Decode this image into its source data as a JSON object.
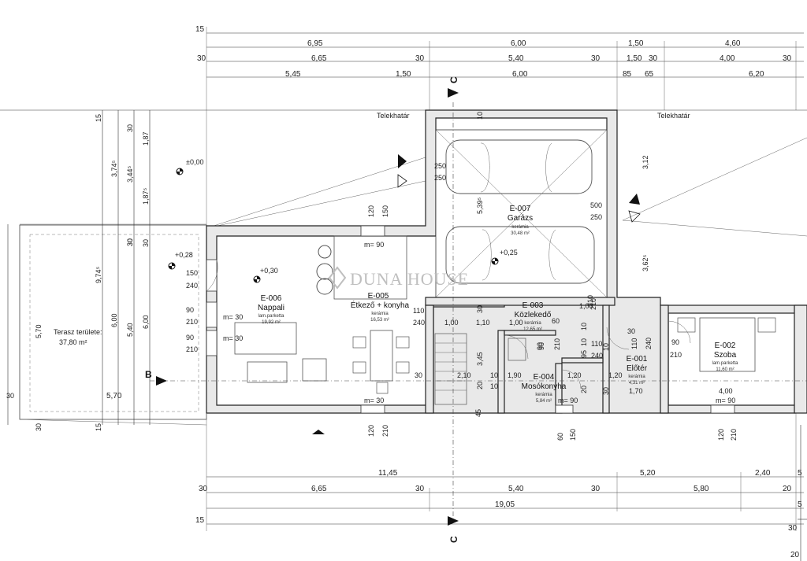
{
  "watermark": "DUNA HOUSE",
  "section_marks": {
    "c_top": "C",
    "c_bottom": "C",
    "b_left": "B"
  },
  "plot_labels": {
    "left": "Telekhatár",
    "right": "Telekhatár"
  },
  "terrace": {
    "label": "Terasz területe:",
    "area": "37,80 m²"
  },
  "levels": {
    "l0": "±0,00",
    "l1": "+0,28",
    "l2": "+0,30",
    "l3": "+0,25"
  },
  "rooms": [
    {
      "id": "E-006",
      "name": "Nappali",
      "floor": "lam.parketta",
      "area": "19,92 m²"
    },
    {
      "id": "E-005",
      "name": "Étkező + konyha",
      "floor": "kerámia",
      "area": "16,53 m²"
    },
    {
      "id": "E-007",
      "name": "Garázs",
      "floor": "kerámia",
      "area": "30,48 m²"
    },
    {
      "id": "E-003",
      "name": "Közlekedő",
      "floor": "kerámia",
      "area": "12,65 m²"
    },
    {
      "id": "E-004",
      "name": "Mosókonyha",
      "floor": "kerámia",
      "area": "5,84 m²"
    },
    {
      "id": "E-001",
      "name": "Előtér",
      "floor": "kerámia",
      "area": "4,31 m²"
    },
    {
      "id": "E-002",
      "name": "Szoba",
      "floor": "lam.parketta",
      "area": "11,60 m²"
    }
  ],
  "dims_top": {
    "r1": [
      "15"
    ],
    "r2": [
      "6,95",
      "6,00",
      "1,50",
      "4,60"
    ],
    "r3": [
      "30",
      "6,65",
      "30",
      "5,40",
      "30",
      "1,50",
      "30",
      "4,00",
      "30"
    ],
    "r4": [
      "5,45",
      "1,50",
      "6,00",
      "85",
      "65",
      "6,20"
    ]
  },
  "dims_bottom": {
    "r1": [
      "11,45",
      "5,20",
      "2,40",
      "5"
    ],
    "r2": [
      "30",
      "6,65",
      "30",
      "5,40",
      "30",
      "5,80",
      "20"
    ],
    "r3": [
      "19,05",
      "5"
    ],
    "r4": [
      "15",
      "30",
      "20"
    ]
  },
  "dims_left": {
    "a": [
      "15",
      "3,74⁵",
      "9,74⁵",
      "5,70"
    ],
    "b": [
      "30",
      "3,44⁵",
      "6,00",
      "30"
    ],
    "c": [
      "1,87",
      "1,87⁵",
      "30",
      "5,40"
    ],
    "d": [
      "6,00",
      "30"
    ],
    "terrace_w": "5,70",
    "edge": [
      "30",
      "15",
      "30"
    ]
  },
  "inner_dims": {
    "a": [
      "150",
      "240",
      "90",
      "210",
      "90",
      "210"
    ],
    "b": [
      "m= 30",
      "m= 30",
      "m= 90",
      "m= 30"
    ],
    "c": [
      "120",
      "150",
      "120",
      "210"
    ],
    "d": [
      "110",
      "240",
      "1,00",
      "1,10",
      "1,00",
      "1,00"
    ],
    "e": [
      "2,10",
      "1,90",
      "10",
      "1,20",
      "1,20"
    ],
    "f": [
      "30",
      "3,45",
      "30",
      "10",
      "45",
      "20",
      "10"
    ],
    "g": [
      "250",
      "250",
      "5,39⁵",
      "500",
      "250",
      "3,12",
      "3,62⁵"
    ],
    "h": [
      "60",
      "90",
      "210",
      "95",
      "10",
      "110",
      "240",
      "20",
      "30",
      "210",
      "90",
      "210",
      "110",
      "240",
      "1,70"
    ],
    "i": [
      "m= 90",
      "60",
      "150",
      "4,00",
      "m= 90",
      "120",
      "210"
    ],
    "j": [
      "90",
      "210",
      "10",
      "30",
      "10"
    ]
  }
}
